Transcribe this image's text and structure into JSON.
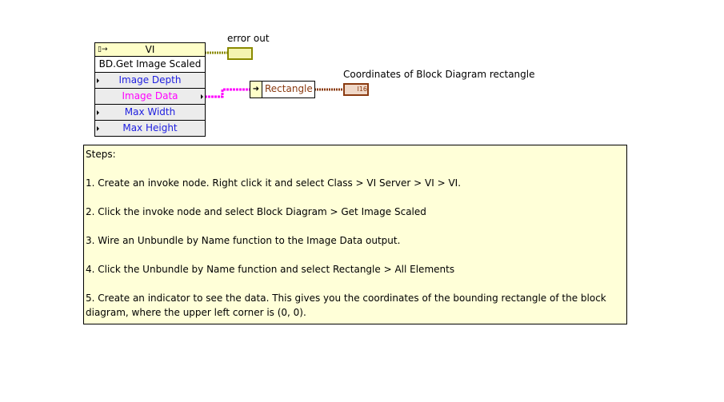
{
  "invoke_node": {
    "class": "VI",
    "method": "BD.Get Image Scaled",
    "params": [
      {
        "label": "Image Depth",
        "color": "#2020e0"
      },
      {
        "label": "Image Data",
        "color": "#ff00ff"
      },
      {
        "label": "Max Width",
        "color": "#2020e0"
      },
      {
        "label": "Max Height",
        "color": "#2020e0"
      }
    ]
  },
  "error_out": {
    "label": "error out"
  },
  "unbundle": {
    "element": "Rectangle"
  },
  "indicator": {
    "label": "Coordinates of Block Diagram rectangle",
    "glyph": "I16"
  },
  "notes": {
    "title": "Steps:",
    "steps": [
      "1. Create an invoke node. Right click it and select Class > VI Server > VI > VI.",
      "2. Click the invoke node and select Block Diagram >  Get Image Scaled",
      "3. Wire an Unbundle by Name function to the Image Data output.",
      "4. Click the Unbundle by Name function and select Rectangle > All Elements",
      "5. Create an indicator to see the data. This gives you the coordinates of the bounding rectangle of the block diagram, where the upper left corner is (0, 0)."
    ]
  }
}
